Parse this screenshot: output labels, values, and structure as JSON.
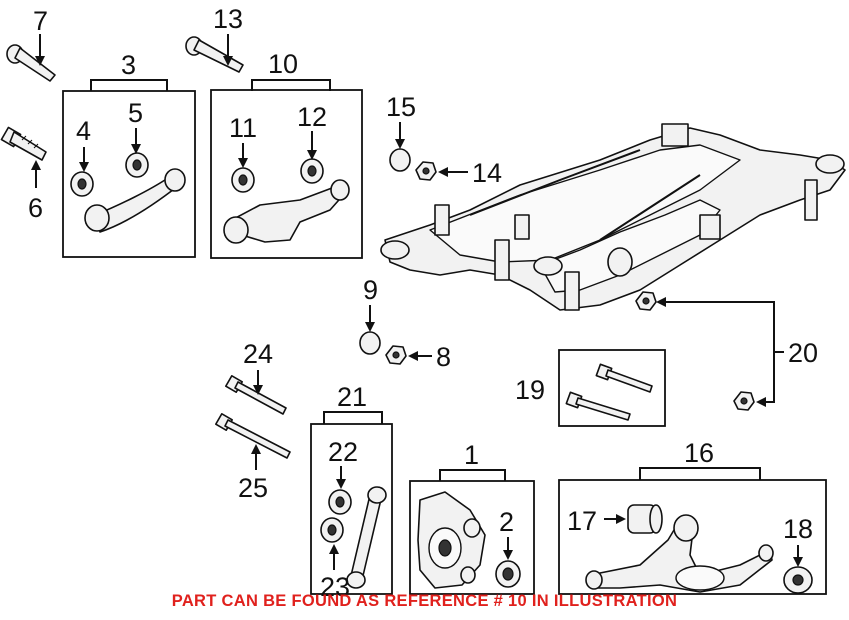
{
  "callouts": {
    "n1": "1",
    "n2": "2",
    "n3": "3",
    "n4": "4",
    "n5": "5",
    "n6": "6",
    "n7": "7",
    "n8": "8",
    "n9": "9",
    "n10": "10",
    "n11": "11",
    "n12": "12",
    "n13": "13",
    "n14": "14",
    "n15": "15",
    "n16": "16",
    "n17": "17",
    "n18": "18",
    "n19": "19",
    "n20": "20",
    "n21": "21",
    "n22": "22",
    "n23": "23",
    "n24": "24",
    "n25": "25"
  },
  "footer": {
    "note": "PART CAN BE FOUND AS REFERENCE # 10 IN ILLUSTRATION"
  },
  "colors": {
    "note": "#e0211d",
    "ink": "#111111"
  }
}
